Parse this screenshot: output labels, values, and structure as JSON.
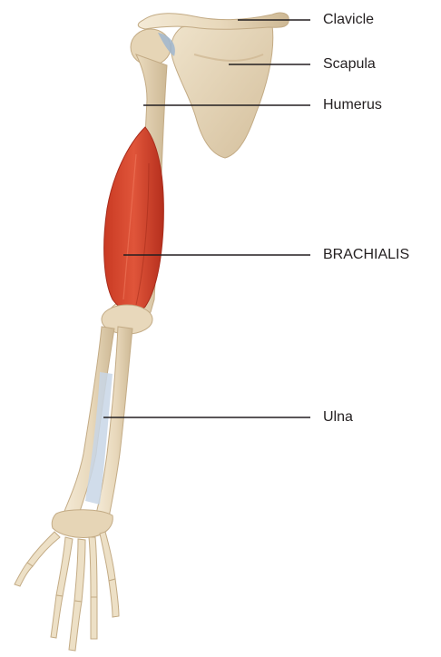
{
  "labels": {
    "clavicle": "Clavicle",
    "scapula": "Scapula",
    "humerus": "Humerus",
    "brachialis": "BRACHIALIS",
    "ulna": "Ulna"
  },
  "colors": {
    "bone": "#eadbc0",
    "bone_shadow": "#cdb894",
    "muscle": "#d9452b",
    "muscle_dark": "#b8311f",
    "cartilage": "#9fb6cf",
    "interosseous": "#c8d6e6",
    "leader_line": "#231f20"
  }
}
